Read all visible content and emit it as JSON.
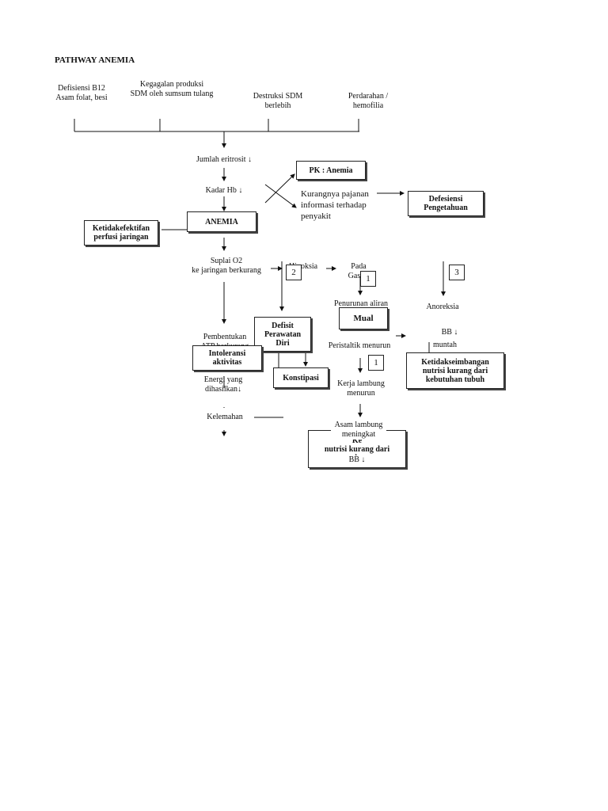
{
  "title": "PATHWAY ANEMIA",
  "causes": {
    "b12": "Defisiensi B12\nAsam folat, besi",
    "bone_marrow": "Kegagalan produksi\nSDM oleh sumsum tulang",
    "destruction": "Destruksi SDM\nberlebih",
    "bleeding": "Perdarahan /\nhemofilia"
  },
  "flow": {
    "eritrosit": "Jumlah eritrosit ↓",
    "hb": "Kadar Hb ↓",
    "suplai": "Suplai O2\nke jaringan berkurang",
    "hipoksia": "Hipoksia",
    "pada": "Pada\nGastro",
    "aliran": "Penurunan aliran",
    "anoreksia": "Anoreksia",
    "bb": "BB ↓",
    "muntah": "muntah",
    "pembentukan": "Pembentukan\nATP berkurang",
    "energi": "Energi  yang\ndihasilkan↓",
    "kelemahan": "Kelemahan",
    "peristaltik": "Peristaltik menurun",
    "kerja": "Kerja lambung\nmenurun",
    "asam": "Asam lambung\nmeningkat",
    "bb2": "BB ↓",
    "kurangnya": "Kurangnya pajanan\ninformasi terhadap\npenyakit"
  },
  "boxes": {
    "pk_anemia": "PK : Anemia",
    "anemia": "ANEMIA",
    "defisiensi_pengetahuan": "Defesiensi\nPengetahuan",
    "perfusi": "Ketidakefektifan\nperfusi jaringan",
    "defisit": "Defisit\nPerawatan\nDiri",
    "mual": "Mual",
    "intoleransi": "Intoleransi\naktivitas",
    "konstipasi": "Konstipasi",
    "nutrisi_right": "Ketidakseimbangan\nnutrisi kurang dari\nkebutuhan tubuh",
    "nutrisi_bottom": "Ke\nnutrisi kurang dari\nk"
  },
  "numbers": {
    "n2": "2",
    "n1a": "1",
    "n3": "3",
    "n1b": "1"
  }
}
